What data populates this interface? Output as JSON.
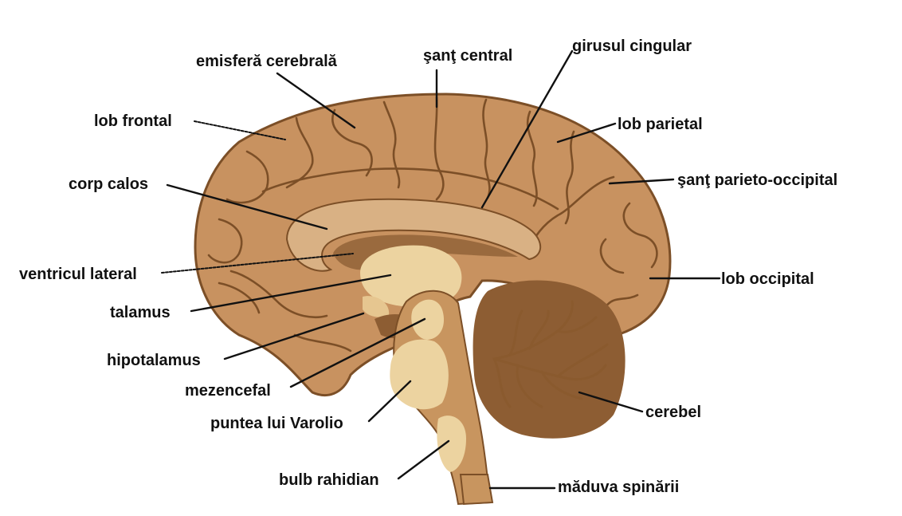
{
  "labels": {
    "cerebral_hemisphere": "emisferă cerebrală",
    "central_sulcus": "şanţ central",
    "cingulate_gyrus": "girusul cingular",
    "frontal_lobe": "lob frontal",
    "parietal_lobe": "lob parietal",
    "corpus_callosum": "corp calos",
    "parieto_occipital_sulcus": "şanţ parieto-occipital",
    "lateral_ventricle": "ventricul lateral",
    "occipital_lobe": "lob occipital",
    "thalamus": "talamus",
    "hypothalamus": "hipotalamus",
    "midbrain": "mezencefal",
    "pons": "puntea lui Varolio",
    "cerebellum": "cerebel",
    "medulla": "bulb rahidian",
    "spinal_cord": "măduva spinării"
  },
  "colors": {
    "cortex": "#c89260",
    "cortex_outline": "#7c4f27",
    "corpus_callosum": "#d9b184",
    "ventricle": "#9a6a3e",
    "thalamus": "#ecd3a0",
    "brainstem": "#c8955f",
    "cerebellum": "#8d5d33",
    "text": "#111111"
  }
}
